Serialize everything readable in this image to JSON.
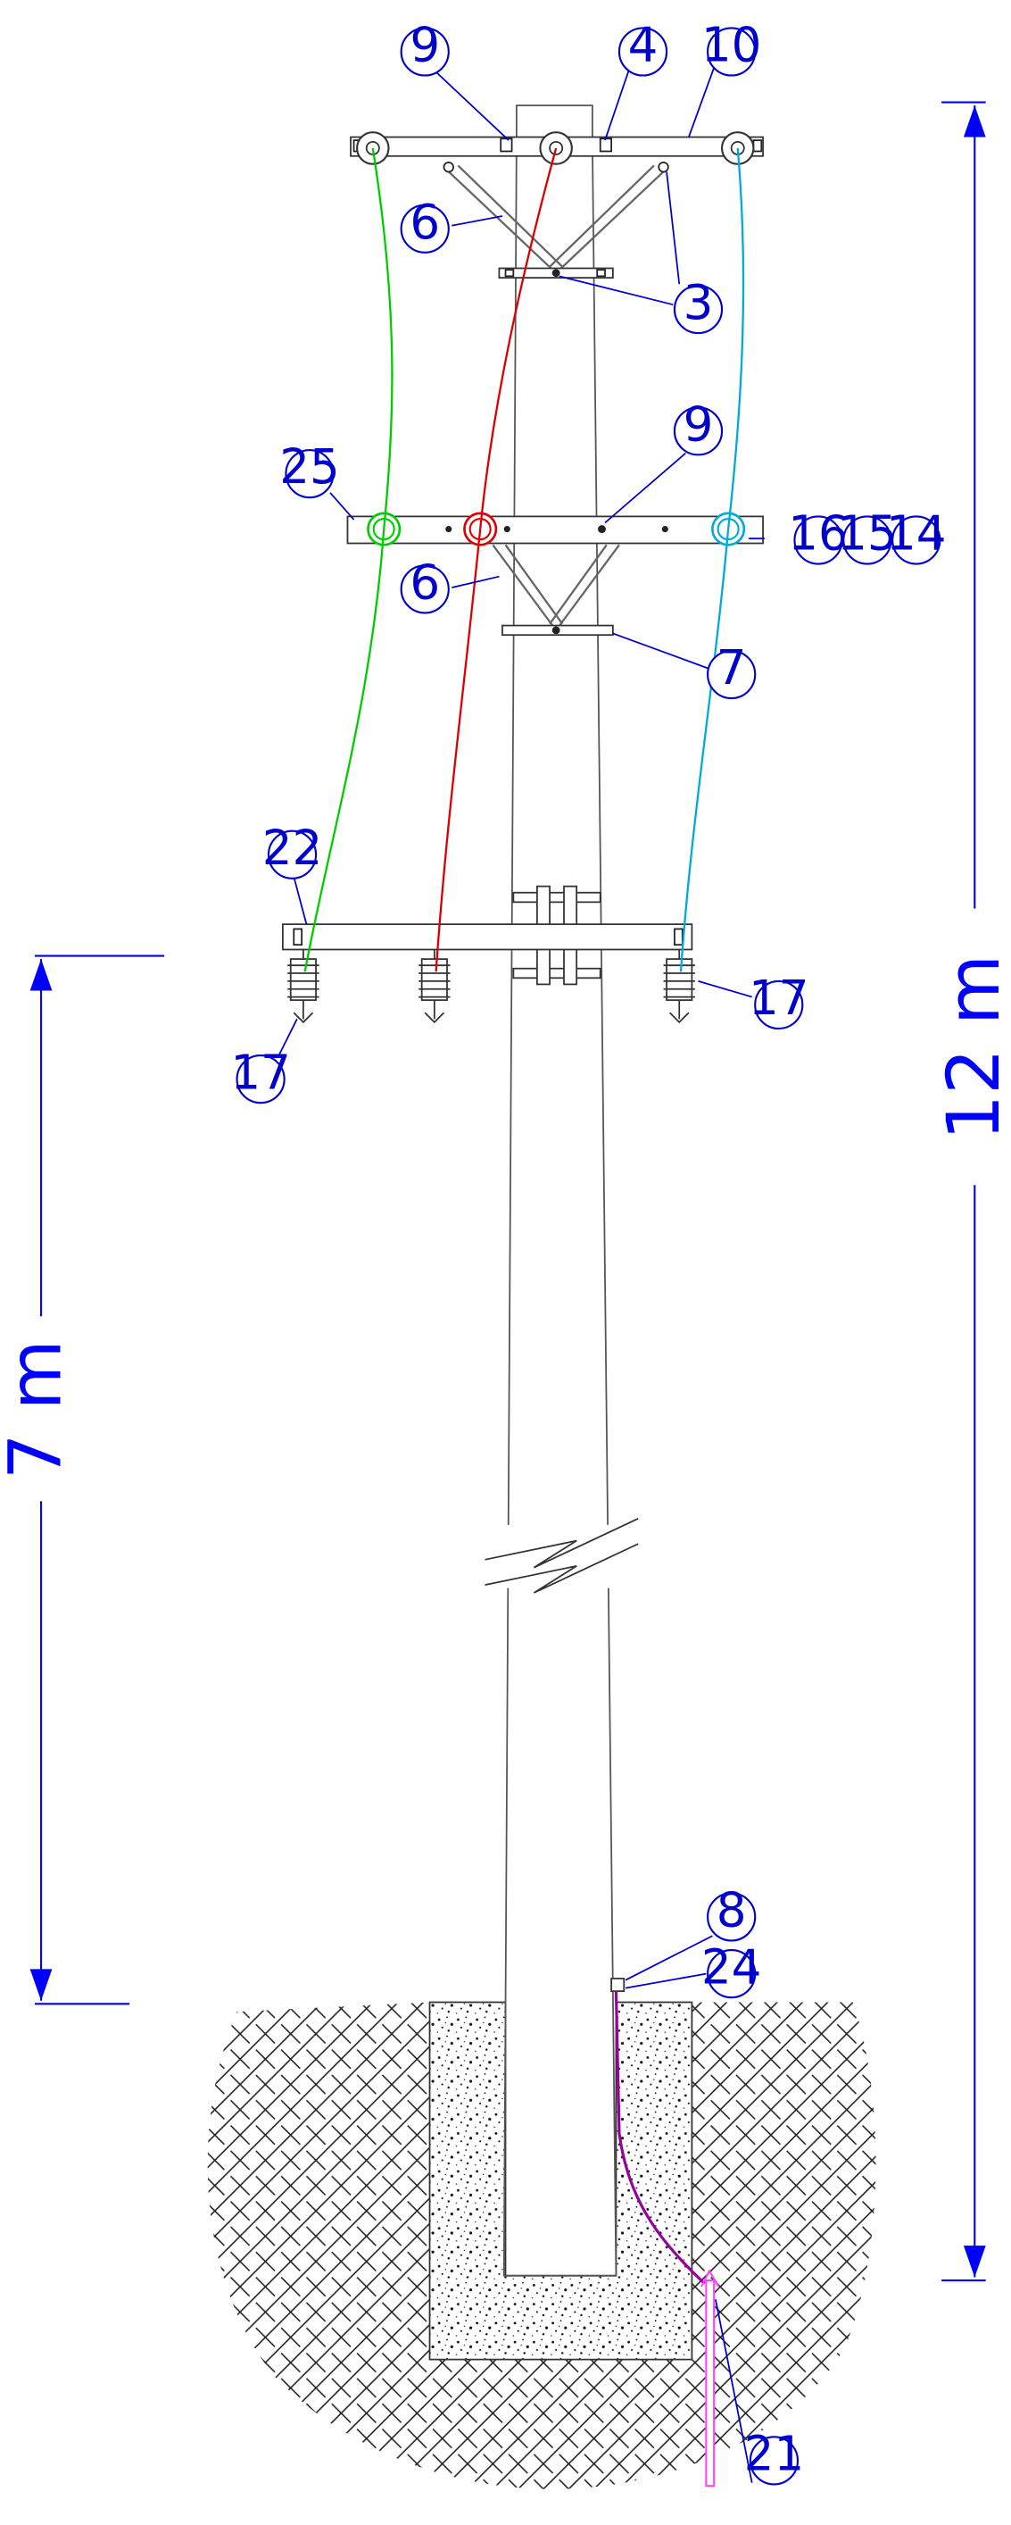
{
  "dimensions": {
    "overall_height": "12 m",
    "mounting_height": "7 m"
  },
  "callouts": {
    "c9_top": "9",
    "c4": "4",
    "c10": "10",
    "c6_top": "6",
    "c3": "3",
    "c9_mid": "9",
    "c25": "25",
    "c16": "16",
    "c15": "15",
    "c14": "14",
    "c6_mid": "6",
    "c7": "7",
    "c22": "22",
    "c17_right": "17",
    "c17_left": "17",
    "c8": "8",
    "c24": "24",
    "c21": "21"
  },
  "colors": {
    "callout": "#0000cc",
    "dimension": "#0000ff",
    "phase_a": "#00cc00",
    "phase_b": "#dd0000",
    "phase_c": "#00aadd",
    "ground_wire": "#990099",
    "ground_rod": "#ff44ff",
    "structure": "#555555"
  }
}
